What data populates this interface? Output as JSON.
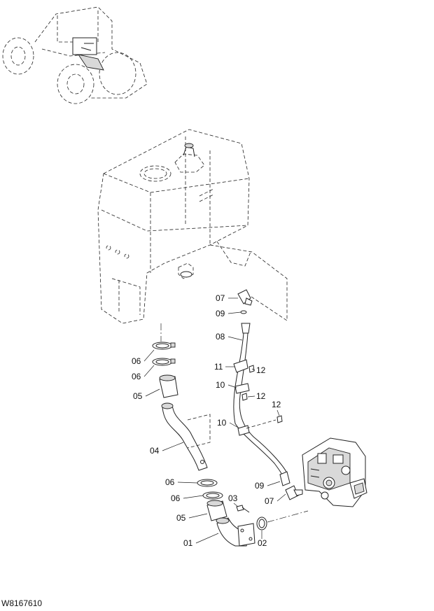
{
  "drawing_code": "W8167610",
  "callouts": [
    {
      "id": "c07a",
      "text": "07"
    },
    {
      "id": "c09a",
      "text": "09"
    },
    {
      "id": "c08",
      "text": "08"
    },
    {
      "id": "c06a",
      "text": "06"
    },
    {
      "id": "c06b",
      "text": "06"
    },
    {
      "id": "c11",
      "text": "11"
    },
    {
      "id": "c12a",
      "text": "12"
    },
    {
      "id": "c10a",
      "text": "10"
    },
    {
      "id": "c12b",
      "text": "12"
    },
    {
      "id": "c05a",
      "text": "05"
    },
    {
      "id": "c12c",
      "text": "12"
    },
    {
      "id": "c10b",
      "text": "10"
    },
    {
      "id": "c04",
      "text": "04"
    },
    {
      "id": "c06c",
      "text": "06"
    },
    {
      "id": "c09b",
      "text": "09"
    },
    {
      "id": "c03",
      "text": "03"
    },
    {
      "id": "c06d",
      "text": "06"
    },
    {
      "id": "c07b",
      "text": "07"
    },
    {
      "id": "c05b",
      "text": "05"
    },
    {
      "id": "c01",
      "text": "01"
    },
    {
      "id": "c02",
      "text": "02"
    }
  ]
}
